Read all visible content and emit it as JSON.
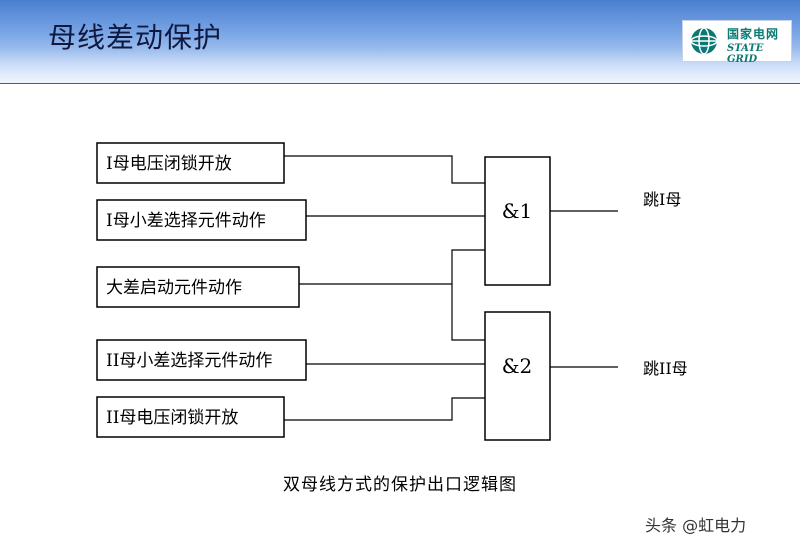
{
  "header": {
    "title": "母线差动保护",
    "logo": {
      "text_cn": "国家电网",
      "text_en": "STATE GRID",
      "color": "#0b7a74"
    },
    "gradient_colors": [
      "#4a7fd0",
      "#dfe9fa"
    ]
  },
  "diagram": {
    "inputs": [
      {
        "label": "I母电压闭锁开放"
      },
      {
        "label": "I母小差选择元件动作"
      },
      {
        "label": "大差启动元件动作"
      },
      {
        "label": "II母小差选择元件动作"
      },
      {
        "label": "II母电压闭锁开放"
      }
    ],
    "gates": [
      {
        "label": "&1",
        "inputs": [
          0,
          1,
          2
        ],
        "output": "跳I母"
      },
      {
        "label": "&2",
        "inputs": [
          2,
          3,
          4
        ],
        "output": "跳II母"
      }
    ],
    "caption": "双母线方式的保护出口逻辑图"
  },
  "watermark": "头条 @虹电力"
}
